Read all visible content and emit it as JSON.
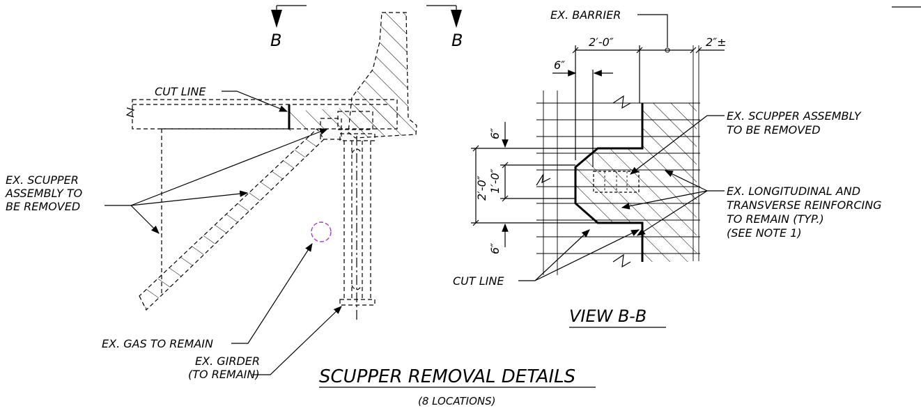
{
  "section_marks": {
    "left": "B",
    "right": "B"
  },
  "labels": {
    "cut_line_left": "CUT LINE",
    "scupper_left_1": "EX. SCUPPER",
    "scupper_left_2": "ASSEMBLY TO",
    "scupper_left_3": "BE REMOVED",
    "gas": "EX. GAS TO REMAIN",
    "girder_1": "EX. GIRDER",
    "girder_2": "(TO REMAIN)",
    "barrier": "EX. BARRIER",
    "scupper_right_1": "EX. SCUPPER ASSEMBLY",
    "scupper_right_2": "TO BE REMOVED",
    "reinf_1": "EX. LONGITUDINAL AND",
    "reinf_2": "TRANSVERSE REINFORCING",
    "reinf_3": "TO REMAIN (TYP.)",
    "reinf_4": "(SEE NOTE 1)",
    "cut_line_right": "CUT LINE"
  },
  "dimensions": {
    "top_width": "2′-0″",
    "top_right": "2″±",
    "offset": "6″",
    "vert_top": "6″",
    "vert_total": "2′-0″",
    "vert_mid": "1′-0″",
    "vert_bottom": "6″"
  },
  "view_title": "VIEW B-B",
  "main_title": "SCUPPER REMOVAL DETAILS",
  "main_subtitle": "(8 LOCATIONS)",
  "colors": {
    "ink": "#000000",
    "marker": "#a040c0"
  }
}
